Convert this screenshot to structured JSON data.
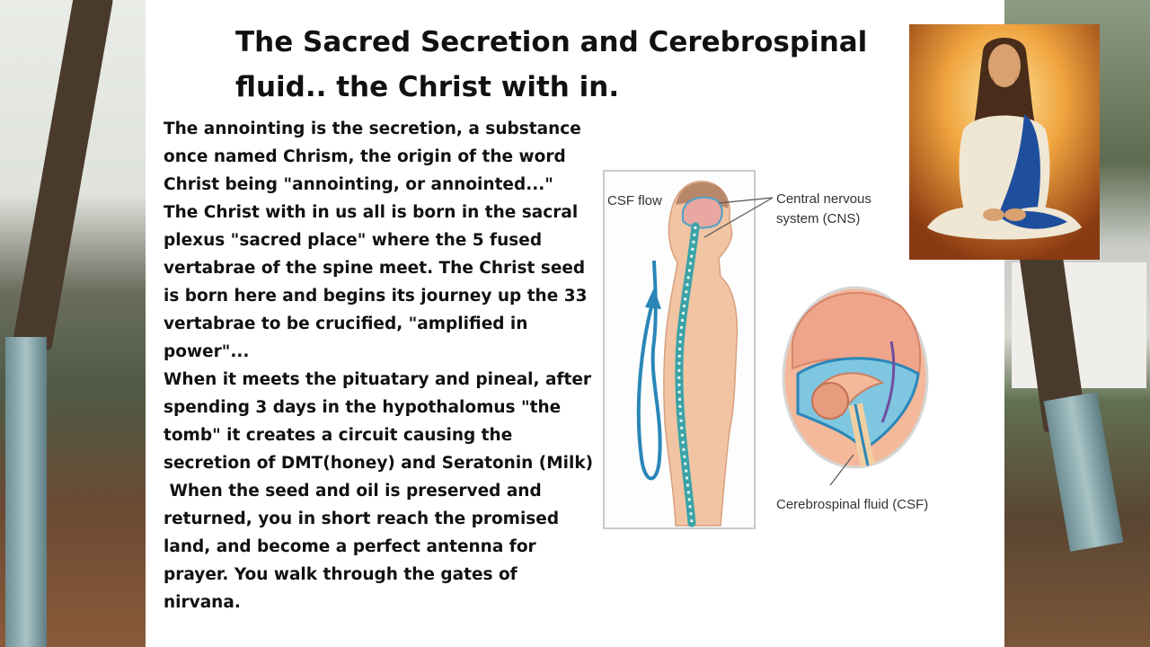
{
  "slide": {
    "title": "The Sacred Secretion and Cerebrospinal fluid.. the Christ with in.",
    "paragraphs": [
      "The annointing is the secretion, a substance once named Chrism, the origin of the word Christ being \"annointing, or annointed...\"",
      "The Christ with in us all is born in the sacral plexus \"sacred place\" where the 5 fused vertabrae of the spine meet. The Christ seed is born here and begins its journey up the 33 vertabrae to be crucified, \"amplified in power\"...",
      "When it meets the pituatary and pineal, after spending 3 days in the hypothalomus \"the tomb\" it creates a circuit causing the secretion of DMT(honey) and Seratonin (Milk)",
      " When the seed and oil is preserved and returned, you in short reach the promised land, and become a perfect antenna for prayer. You walk through the gates of nirvana."
    ]
  },
  "diagram": {
    "label_csf_flow": "CSF flow",
    "label_cns_line1": "Central nervous",
    "label_cns_line2": "system (CNS)",
    "label_csf": "Cerebrospinal fluid (CSF)"
  },
  "colors": {
    "slide_bg": "#ffffff",
    "text": "#111111",
    "csf_blue": "#2a86b8",
    "spine_teal": "#3aa3a6"
  }
}
